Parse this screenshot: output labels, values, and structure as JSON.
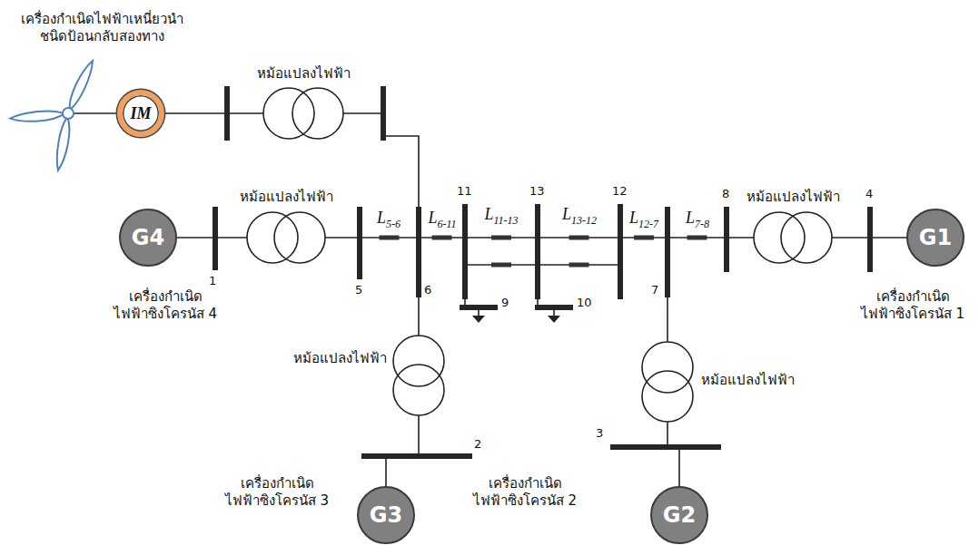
{
  "diagram": {
    "nodes": [
      {
        "text": [
          "IM"
        ]
      },
      {
        "text": [
          "G4"
        ]
      },
      {
        "text": [
          "1"
        ]
      },
      {
        "text": [
          "5"
        ]
      },
      {
        "text": [
          "6"
        ]
      },
      {
        "text": [
          "11"
        ]
      },
      {
        "text": [
          "13"
        ]
      },
      {
        "text": [
          "12"
        ]
      },
      {
        "text": [
          "7"
        ]
      },
      {
        "text": [
          "8"
        ]
      },
      {
        "text": [
          "4"
        ]
      },
      {
        "text": [
          "G1"
        ]
      },
      {
        "text": [
          "9"
        ]
      },
      {
        "text": [
          "10"
        ]
      },
      {
        "text": [
          "2"
        ]
      },
      {
        "text": [
          "3"
        ]
      },
      {
        "text": [
          "G3"
        ]
      },
      {
        "text": [
          "G2"
        ]
      }
    ],
    "edges": [
      {
        "from": 0,
        "to": 4,
        "arrow": "none"
      },
      {
        "from": 1,
        "to": 2,
        "arrow": "none"
      },
      {
        "from": 2,
        "to": 3,
        "arrow": "none"
      },
      {
        "from": 3,
        "to": 4,
        "label": "L5-6",
        "arrow": "none"
      },
      {
        "from": 4,
        "to": 5,
        "label": "L6-11",
        "arrow": "none"
      },
      {
        "from": 5,
        "to": 6,
        "label": "L11-13",
        "arrow": "none"
      },
      {
        "from": 5,
        "to": 6,
        "arrow": "none"
      },
      {
        "from": 6,
        "to": 7,
        "label": "L13-12",
        "arrow": "none"
      },
      {
        "from": 6,
        "to": 7,
        "arrow": "none"
      },
      {
        "from": 7,
        "to": 8,
        "label": "L12-7",
        "arrow": "none"
      },
      {
        "from": 8,
        "to": 9,
        "label": "L7-8",
        "arrow": "none"
      },
      {
        "from": 9,
        "to": 10,
        "arrow": "none"
      },
      {
        "from": 10,
        "to": 11,
        "arrow": "none"
      },
      {
        "from": 5,
        "to": 12,
        "arrow": "none"
      },
      {
        "from": 6,
        "to": 13,
        "arrow": "none"
      },
      {
        "from": 4,
        "to": 14,
        "arrow": "none"
      },
      {
        "from": 14,
        "to": 16,
        "arrow": "none"
      },
      {
        "from": 8,
        "to": 15,
        "arrow": "none"
      },
      {
        "from": 15,
        "to": 17,
        "arrow": "none"
      }
    ],
    "labels": [
      "เครื่องกำเนิดไฟฟ้าเหนี่ยวนำ ชนิดป้อนกลับสองทาง",
      "หม้อแปลงไฟฟ้า",
      "หม้อแปลงไฟฟ้า",
      "หม้อแปลงไฟฟ้า",
      "เครื่องกำเนิด ไฟฟ้าซิงโครนัส 4",
      "เครื่องกำเนิด ไฟฟ้าซิงโครนัส 1",
      "หม้อแปลงไฟฟ้า",
      "หม้อแปลงไฟฟ้า",
      "เครื่องกำเนิด ไฟฟ้าซิงโครนัส 3",
      "เครื่องกำเนิด ไฟฟ้าซิงโครนัส 2"
    ]
  }
}
